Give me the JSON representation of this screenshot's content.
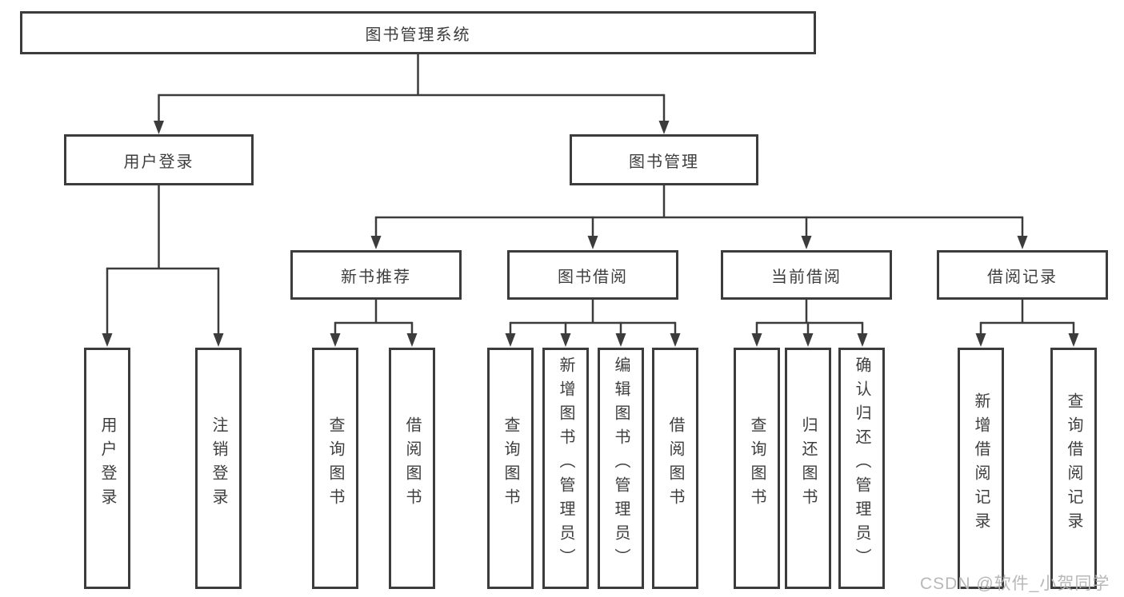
{
  "diagram": {
    "root": {
      "label": "图书管理系统"
    },
    "level2": [
      {
        "label": "用户登录"
      },
      {
        "label": "图书管理"
      }
    ],
    "level3": [
      {
        "label": "新书推荐"
      },
      {
        "label": "图书借阅"
      },
      {
        "label": "当前借阅"
      },
      {
        "label": "借阅记录"
      }
    ],
    "leaves": {
      "user_login": [
        "用户登录",
        "注销登录"
      ],
      "new_book_recommend": [
        "查询图书",
        "借阅图书"
      ],
      "book_borrow": [
        "查询图书",
        "新增图书（管理员）",
        "编辑图书（管理员）",
        "借阅图书"
      ],
      "current_borrow": [
        "查询图书",
        "归还图书",
        "确认归还（管理员）"
      ],
      "borrow_records": [
        "新增借阅记录",
        "查询借阅记录"
      ]
    }
  },
  "watermark": {
    "text": "CSDN @软件_小贺同学"
  },
  "colors": {
    "line": "#3c3c3c",
    "text": "#3e3e3e",
    "background": "#ffffff",
    "watermark": "#b8b8b8"
  }
}
